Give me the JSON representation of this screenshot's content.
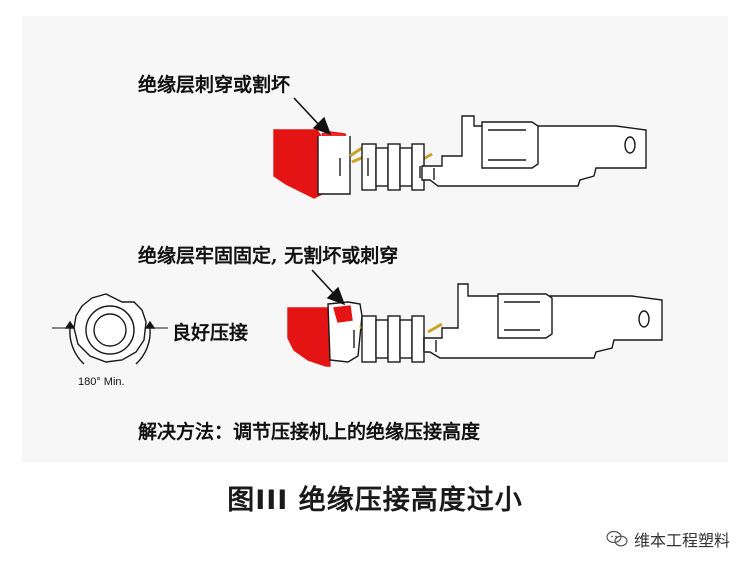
{
  "upper_diagram": {
    "annotation": "绝缘层刺穿或割坏"
  },
  "lower_diagram": {
    "annotation": "绝缘层牢固固定, 无割坏或刺穿",
    "status": "良好压接"
  },
  "inset": {
    "angle_label": "180° Min."
  },
  "solution": "解决方法：调节压接机上的绝缘压接高度",
  "caption": "图III 绝缘压接高度过小",
  "watermark": "维本工程塑料",
  "colors": {
    "insulation_red": "#e41414",
    "insulation_ring_red": "#ef2b2b",
    "strand_gold": "#c9a22a",
    "line_black": "#1a1a1a",
    "panel_bg": "#f7f7f7"
  }
}
